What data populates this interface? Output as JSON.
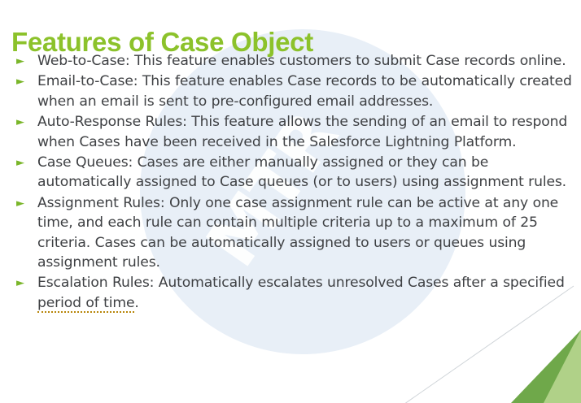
{
  "slide": {
    "title": "Features of Case Object",
    "title_color": "#8CC22B",
    "body_color": "#3f4144",
    "background_color": "#ffffff",
    "watermark_text": "MTR",
    "watermark_circle_color": "#e8eff7",
    "bullet_marker_glyph": "►",
    "bullet_marker_color": "#7AB62A",
    "bullets": [
      {
        "label": "Web-to-Case:",
        "text": "Web-to-Case: This feature enables customers to submit Case records online."
      },
      {
        "label": "Email-to-Case:",
        "text": "Email-to-Case: This feature enables Case records to be automatically created when an email is sent to pre-configured email addresses."
      },
      {
        "label": "Auto-Response Rules:",
        "text": "Auto-Response Rules: This feature allows the sending of an email to respond when Cases have been received in the Salesforce Lightning Platform."
      },
      {
        "label": "Case Queues:",
        "text": "Case Queues: Cases are either manually assigned or they can be automatically assigned to Case queues (or to users) using assignment rules."
      },
      {
        "label": "Assignment Rules:",
        "text": "Assignment Rules: Only one case assignment rule can be active at any one time, and each rule can contain multiple criteria up to a maximum of 25 criteria. Cases can be automatically assigned to users or queues using assignment rules."
      },
      {
        "label": "Escalation Rules:",
        "text_before": "Escalation Rules: Automatically escalates unresolved Cases after a specified ",
        "text_flagged": "period of time",
        "text_after": ".",
        "text": "Escalation Rules: Automatically escalates unresolved Cases after a specified period of time."
      }
    ],
    "decorations": {
      "corner_wedge_color_dark": "#6FA84A",
      "corner_wedge_color_light": "#C6DF9E",
      "diagonal_line_color": "#cfd4d8",
      "spellcheck_underline_color": "#b8860b"
    }
  }
}
